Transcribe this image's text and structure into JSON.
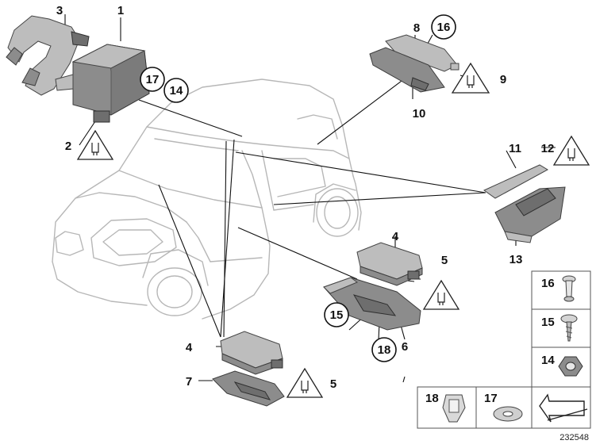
{
  "callouts": {
    "p1": "1",
    "p2": "2",
    "p3": "3",
    "p4a": "4",
    "p4b": "4",
    "p5a": "5",
    "p5b": "5",
    "p6": "6",
    "p7": "7",
    "p8": "8",
    "p9": "9",
    "p10": "10",
    "p11": "11",
    "p12": "12",
    "p13": "13",
    "c14": "14",
    "c15": "15",
    "c16": "16",
    "c17": "17",
    "c18": "18"
  },
  "legend": {
    "l16": "16",
    "l15": "15",
    "l14": "14",
    "l18": "18",
    "l17": "17"
  },
  "reference_number": "232548",
  "colors": {
    "line": "#111111",
    "car_outline": "#b7b7b7",
    "part_fill": "#8c8c8c"
  }
}
